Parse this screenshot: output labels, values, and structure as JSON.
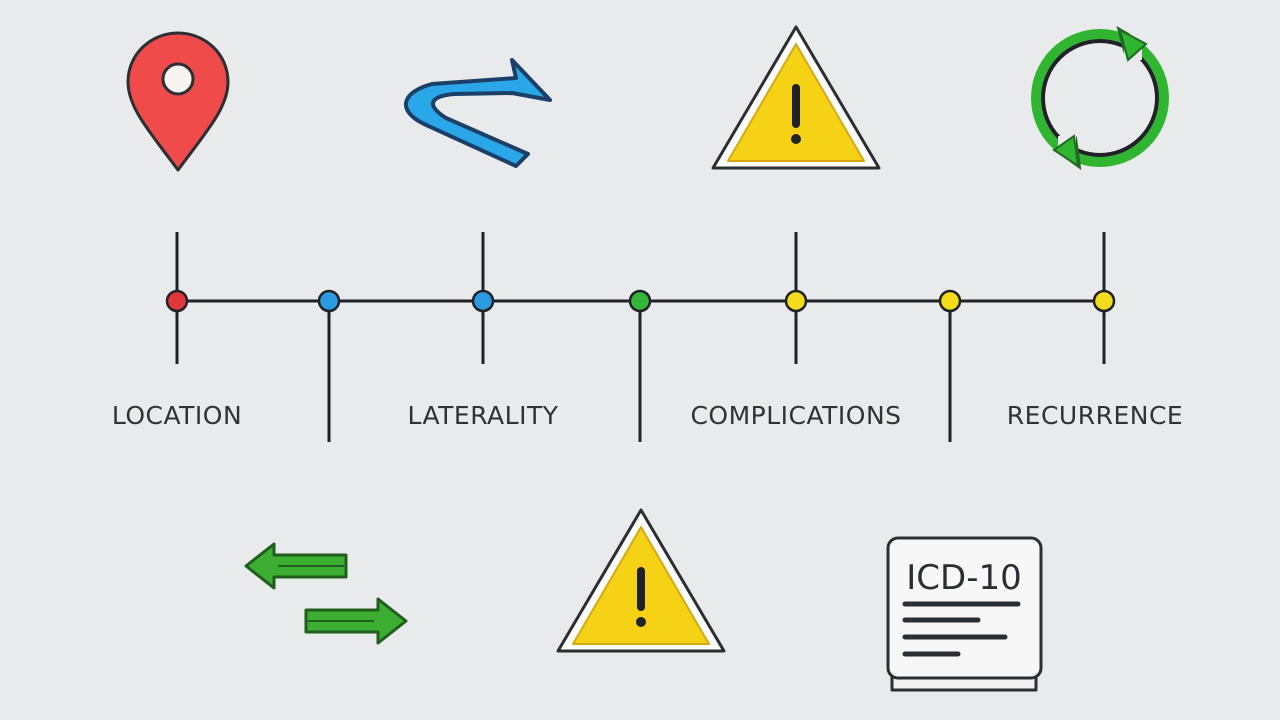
{
  "labels": {
    "location": "LOCATION",
    "laterality": "LATERALITY",
    "complications": "COMPLICATIONS",
    "recurrence": "RECURRENCE"
  },
  "document": {
    "title": "ICD-10"
  },
  "icons": {
    "top": [
      "map-pin-icon",
      "curved-arrow-icon",
      "warning-triangle-icon",
      "recycle-cycle-icon"
    ],
    "bottom": [
      "swap-arrows-icon",
      "warning-triangle-icon",
      "icd-document-icon"
    ]
  },
  "timeline": {
    "dot_colors": [
      "#e0363a",
      "#2a9be0",
      "#2a9be0",
      "#35b53a",
      "#f2dc1c",
      "#f2dc1c",
      "#f2dc1c"
    ]
  },
  "colors": {
    "pin": "#ef4b4b",
    "arrow_blue": "#2aa7e8",
    "warning": "#f5d216",
    "recycle": "#2fb530",
    "swap_green": "#3cae32",
    "line": "#1f2226"
  }
}
